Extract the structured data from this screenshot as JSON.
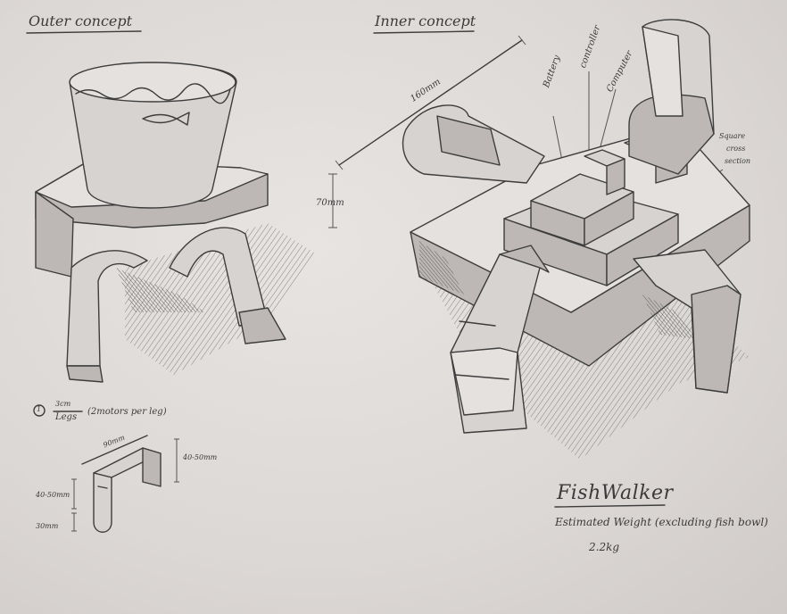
{
  "outer": {
    "heading": "Outer concept"
  },
  "inner": {
    "heading": "Inner concept",
    "dim_length": "160mm",
    "dim_height": "70mm",
    "label_battery": "Battery",
    "label_controller": "controller",
    "label_computer": "Computer",
    "label_square_1": "Square",
    "label_square_2": "cross",
    "label_square_3": "section"
  },
  "legs_note": {
    "number": "1",
    "fraction_top": "3cm",
    "fraction_bottom": "Legs",
    "detail": "(2motors per leg)",
    "dim_top": "90mm",
    "dim_right": "40-50mm",
    "dim_left": "40-50mm",
    "dim_bottom": "30mm"
  },
  "title_block": {
    "name": "FishWalker",
    "weight_label": "Estimated Weight (excluding fish bowl)",
    "weight_value": "2.2kg"
  }
}
